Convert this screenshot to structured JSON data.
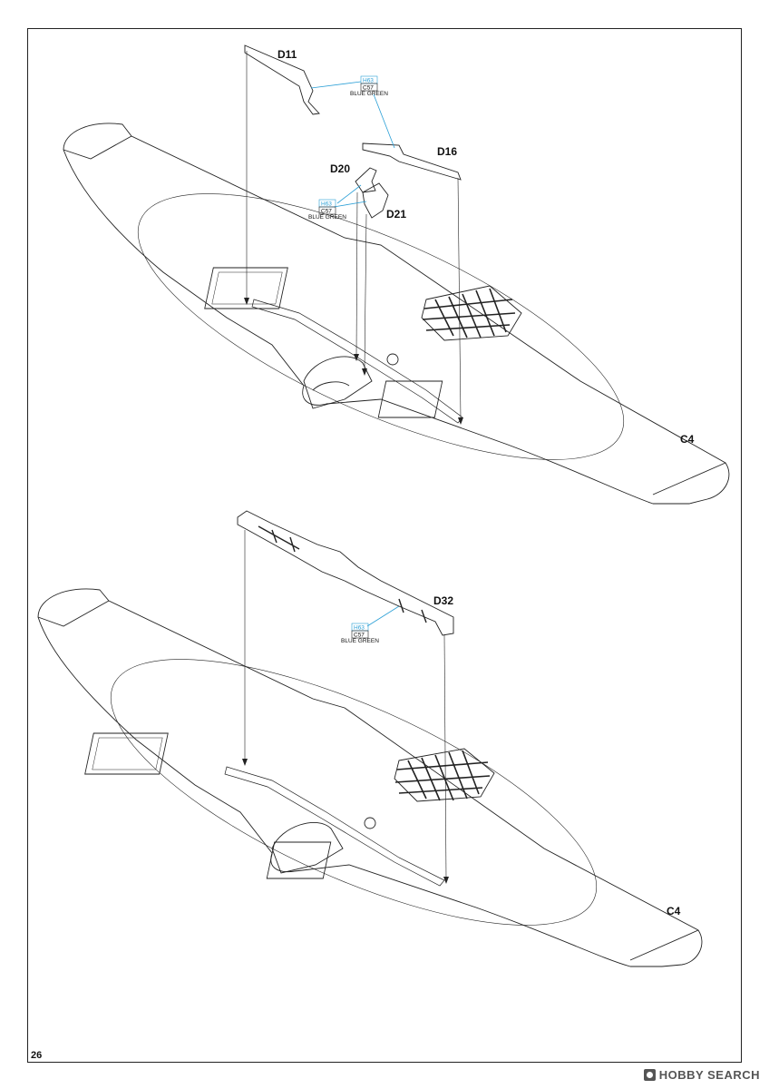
{
  "page": {
    "number": "26"
  },
  "watermark": {
    "text": "HOBBY SEARCH"
  },
  "step_top": {
    "parts": [
      {
        "id": "D11",
        "label": "D11"
      },
      {
        "id": "D16",
        "label": "D16"
      },
      {
        "id": "D20",
        "label": "D20"
      },
      {
        "id": "D21",
        "label": "D21"
      },
      {
        "id": "C4",
        "label": "C4"
      }
    ],
    "paint_callouts": [
      {
        "code_h": "H63",
        "code_c": "C57",
        "name": "BLUE GREEN"
      },
      {
        "code_h": "H63",
        "code_c": "C57",
        "name": "BLUE GREEN"
      }
    ]
  },
  "step_bottom": {
    "parts": [
      {
        "id": "D32",
        "label": "D32"
      },
      {
        "id": "C4",
        "label": "C4"
      }
    ],
    "paint_callouts": [
      {
        "code_h": "H63",
        "code_c": "C57",
        "name": "BLUE GREEN"
      }
    ]
  },
  "colors": {
    "callout_blue": "#2a9fd6",
    "line": "#222222"
  }
}
